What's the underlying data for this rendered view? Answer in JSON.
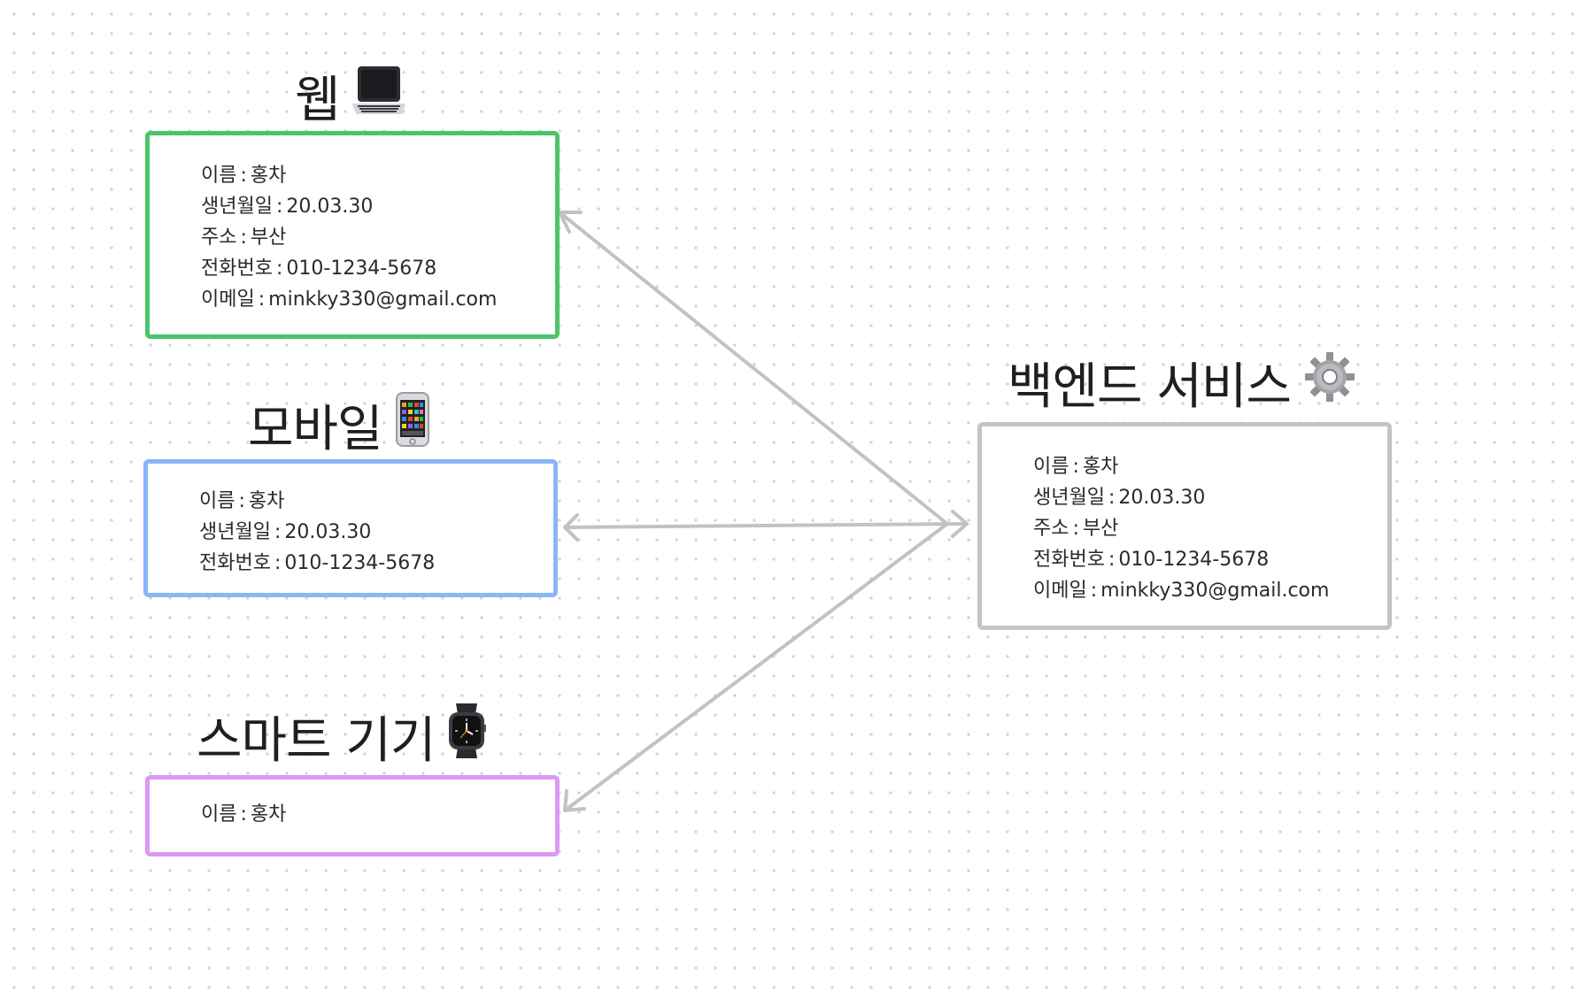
{
  "colors": {
    "web": "#4cc46a",
    "mobile": "#8ab6f8",
    "smart": "#d99af4",
    "backend": "#c4c4c4",
    "connector": "#c2c2c2"
  },
  "web": {
    "title": "웹",
    "icon": "laptop-icon",
    "fields": [
      {
        "label": "이름",
        "value": "홍차"
      },
      {
        "label": "생년월일",
        "value": "20.03.30"
      },
      {
        "label": "주소",
        "value": "부산"
      },
      {
        "label": "전화번호",
        "value": "010-1234-5678"
      },
      {
        "label": "이메일",
        "value": "minkky330@gmail.com"
      }
    ]
  },
  "mobile": {
    "title": "모바일",
    "icon": "smartphone-icon",
    "fields": [
      {
        "label": "이름",
        "value": "홍차"
      },
      {
        "label": "생년월일",
        "value": "20.03.30"
      },
      {
        "label": "전화번호",
        "value": "010-1234-5678"
      }
    ]
  },
  "smart": {
    "title": "스마트 기기",
    "icon": "watch-icon",
    "fields": [
      {
        "label": "이름",
        "value": "홍차"
      }
    ]
  },
  "backend": {
    "title": "백엔드 서비스",
    "icon": "gear-icon",
    "fields": [
      {
        "label": "이름",
        "value": "홍차"
      },
      {
        "label": "생년월일",
        "value": "20.03.30"
      },
      {
        "label": "주소",
        "value": "부산"
      },
      {
        "label": "전화번호",
        "value": "010-1234-5678"
      },
      {
        "label": "이메일",
        "value": "minkky330@gmail.com"
      }
    ]
  }
}
